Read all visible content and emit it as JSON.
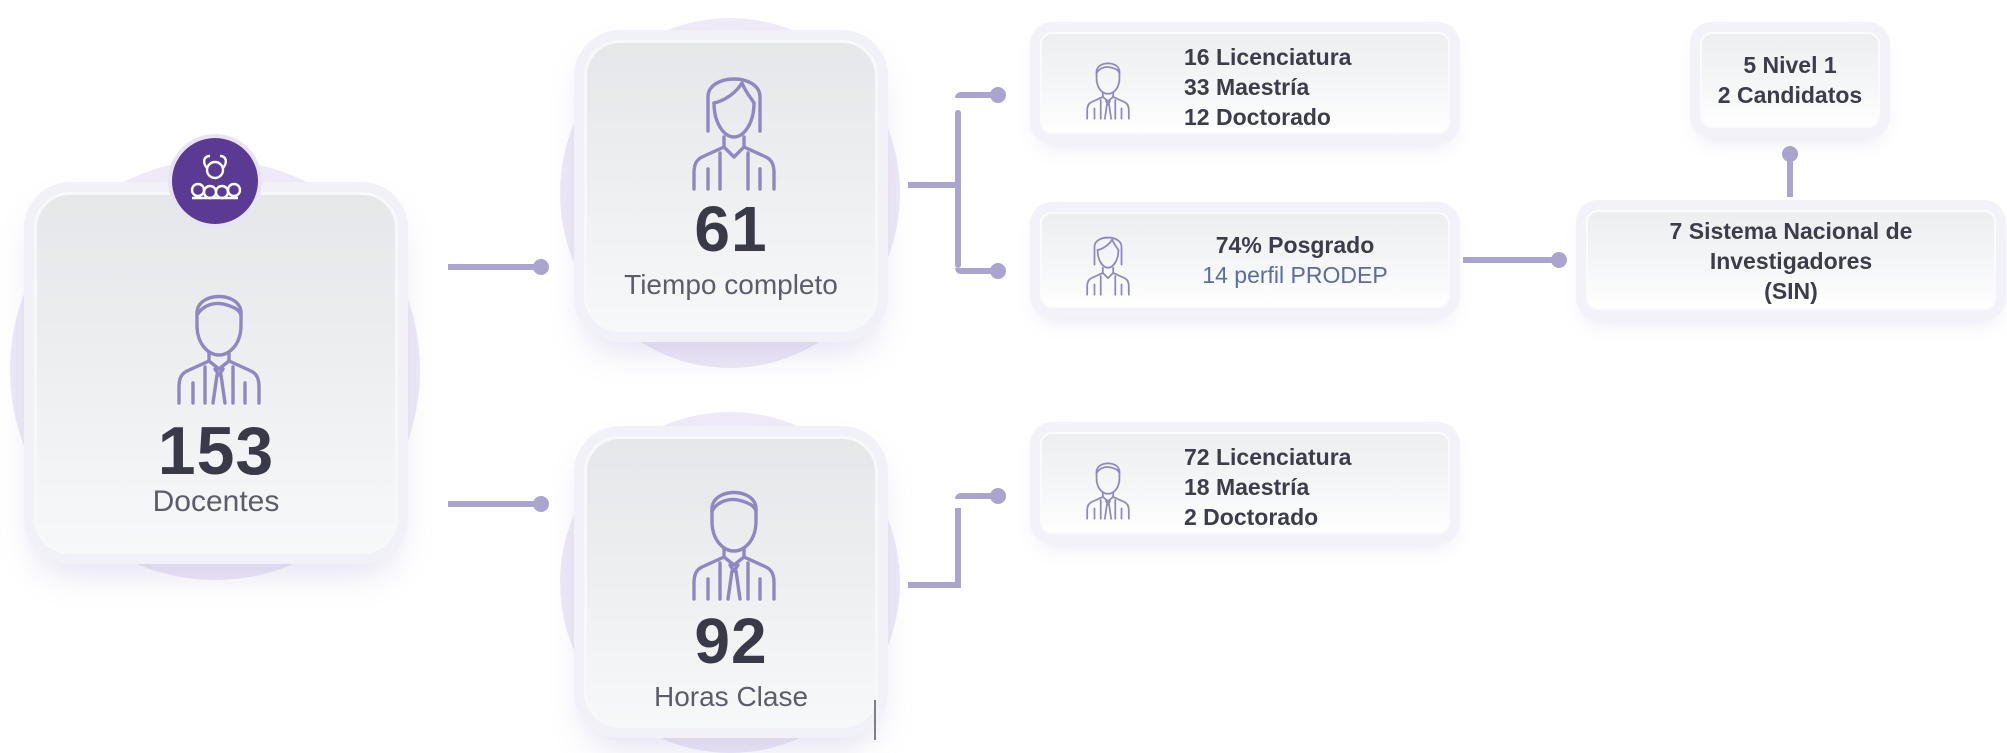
{
  "root": {
    "value": "153",
    "label": "Docentes",
    "badge_icon": "university-seal-icon"
  },
  "tiempo_completo": {
    "value": "61",
    "label": "Tiempo completo"
  },
  "horas_clase": {
    "value": "92",
    "label": "Horas Clase"
  },
  "tc_degrees": [
    "16 Licenciatura",
    "33 Maestría",
    "12 Doctorado"
  ],
  "tc_posgrado": {
    "line1": "74% Posgrado",
    "line2": "14 perfil PRODEP"
  },
  "sni": {
    "line1": "7 Sistema Nacional de",
    "line2": "Investigadores",
    "line3": "(SIN)"
  },
  "sni_levels": [
    "5 Nivel 1",
    "2 Candidatos"
  ],
  "hc_degrees": [
    "72 Licenciatura",
    "18 Maestría",
    "2 Doctorado"
  ],
  "colors": {
    "accent": "#a9a5cf",
    "icon_stroke": "#8d88c2",
    "badge": "#5b3a93",
    "text_dark": "#383a47"
  }
}
